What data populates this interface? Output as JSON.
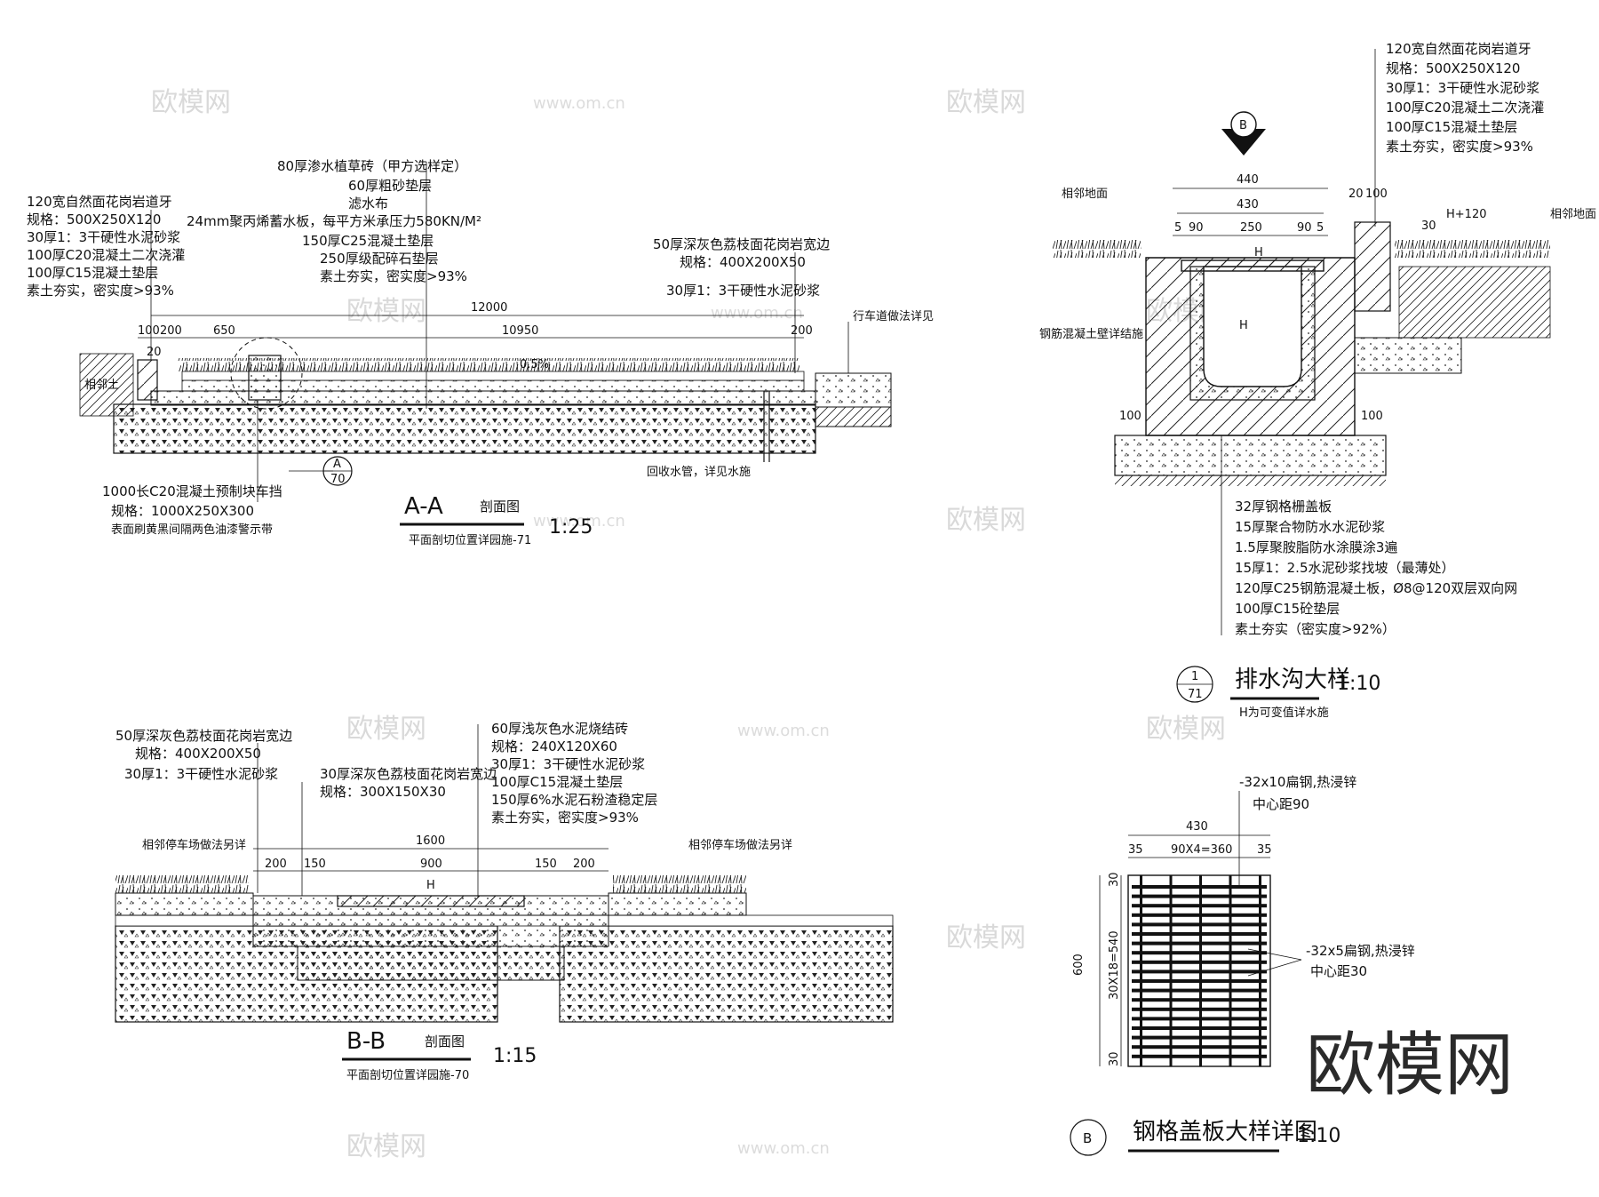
{
  "watermark": {
    "logo_text": "欧模网",
    "url_text": "www.om.cn",
    "brand_text": "欧模网"
  },
  "section_aa": {
    "title": "A-A",
    "title_suffix": "剖面图",
    "scale": "1:25",
    "subtitle": "平面剖切位置详园施-71",
    "callout_top": "A",
    "callout_bottom": "70",
    "left_labels": [
      "120宽自然面花岗岩道牙",
      "规格：500X250X120",
      "30厚1：3干硬性水泥砂浆",
      "100厚C20混凝土二次浇灌",
      "100厚C15混凝土垫层",
      "素土夯实，密实度>93%"
    ],
    "center_labels": [
      "80厚渗水植草砖（甲方选样定）",
      "60厚粗砂垫层",
      "滤水布",
      "24mm聚丙烯蓄水板，每平方米承压力580KN/M²",
      "150厚C25混凝土垫层",
      "250厚级配碎石垫层",
      "素土夯实，密实度>93%"
    ],
    "right_labels": [
      "50厚深灰色荔枝面花岗岩宽边",
      "规格：400X200X50",
      "30厚1：3干硬性水泥砂浆"
    ],
    "bottom_left_labels": [
      "1000长C20混凝土预制块车挡",
      "规格：1000X250X300",
      "表面刷黄黑间隔两色油漆警示带"
    ],
    "note_right": "行车道做法详见",
    "note_pipe": "回收水管，详见水施",
    "note_left": "相邻土",
    "slope": "0.5%",
    "dims": [
      "12000",
      "100",
      "200",
      "650",
      "10950",
      "200",
      "20"
    ]
  },
  "section_bb": {
    "title": "B-B",
    "title_suffix": "剖面图",
    "scale": "1:15",
    "subtitle": "平面剖切位置详园施-70",
    "left_labels": [
      "50厚深灰色荔枝面花岗岩宽边",
      "规格：400X200X50",
      "30厚1：3干硬性水泥砂浆"
    ],
    "mid_labels": [
      "30厚深灰色荔枝面花岗岩宽边",
      "规格：300X150X30"
    ],
    "right_labels": [
      "60厚浅灰色水泥烧结砖",
      "规格：240X120X60",
      "30厚1：3干硬性水泥砂浆",
      "100厚C15混凝土垫层",
      "150厚6%水泥石粉渣稳定层",
      "素土夯实，密实度>93%"
    ],
    "note_left": "相邻停车场做法另详",
    "note_right": "相邻停车场做法另详",
    "dims": [
      "1600",
      "200",
      "150",
      "900",
      "150",
      "200"
    ],
    "h_label": "H"
  },
  "drain_detail": {
    "title": "排水沟大样",
    "scale": "1:10",
    "subtitle": "H为可变值详水施",
    "callout_top": "1",
    "callout_bottom": "71",
    "section_mark": "B",
    "top_labels": [
      "120宽自然面花岗岩道牙",
      "规格：500X250X120",
      "30厚1：3干硬性水泥砂浆",
      "100厚C20混凝土二次浇灌",
      "100厚C15混凝土垫层",
      "素土夯实，密实度>93%"
    ],
    "bottom_labels": [
      "32厚钢格栅盖板",
      "15厚聚合物防水水泥砂浆",
      "1.5厚聚胺脂防水涂膜涂3遍",
      "15厚1：2.5水泥砂浆找坡（最薄处）",
      "120厚C25钢筋混凝土板，Ø8@120双层双向网",
      "100厚C15砼垫层",
      "素土夯实（密实度>92%）"
    ],
    "note_left_ground": "相邻地面",
    "note_right_ground": "相邻地面",
    "note_wall": "钢筋混凝土壁详结施",
    "dims": [
      "440",
      "430",
      "5",
      "90",
      "250",
      "90",
      "5",
      "20",
      "100",
      "30",
      "H+120",
      "100",
      "100"
    ],
    "h_label": "H"
  },
  "grate_detail": {
    "title": "钢格盖板大样详图",
    "scale": "1:10",
    "callout": "B",
    "label_top": "-32x10扁钢,热浸锌",
    "label_top_spacing": "中心距90",
    "label_mid": "-32x5扁钢,热浸锌",
    "label_mid_spacing": "中心距30",
    "dims": [
      "430",
      "35",
      "90X4=360",
      "35",
      "600",
      "30",
      "30X18=540",
      "30"
    ]
  }
}
